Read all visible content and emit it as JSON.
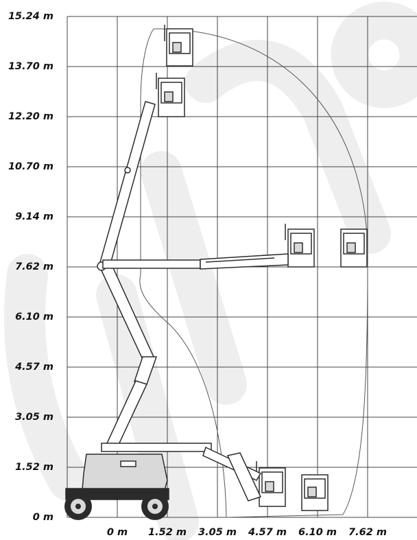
{
  "y_axis": {
    "labels": [
      "0 m",
      "1.52 m",
      "3.05 m",
      "4.57 m",
      "6.10 m",
      "7.62 m",
      "9.14 m",
      "10.70 m",
      "12.20 m",
      "13.70 m",
      "15.24 m"
    ]
  },
  "x_axis": {
    "labels": [
      "0 m",
      "1.52 m",
      "3.05 m",
      "4.57 m",
      "6.10 m",
      "7.62 m"
    ]
  },
  "working_envelope": {
    "max_height_m": 15.24,
    "max_outreach_m": 7.62
  },
  "colors": {
    "grid": "#444444",
    "machine_dark": "#2b2b2b",
    "machine_light": "#d9d9d9",
    "watermark": "#eeeeee",
    "envelope": "#555555"
  }
}
